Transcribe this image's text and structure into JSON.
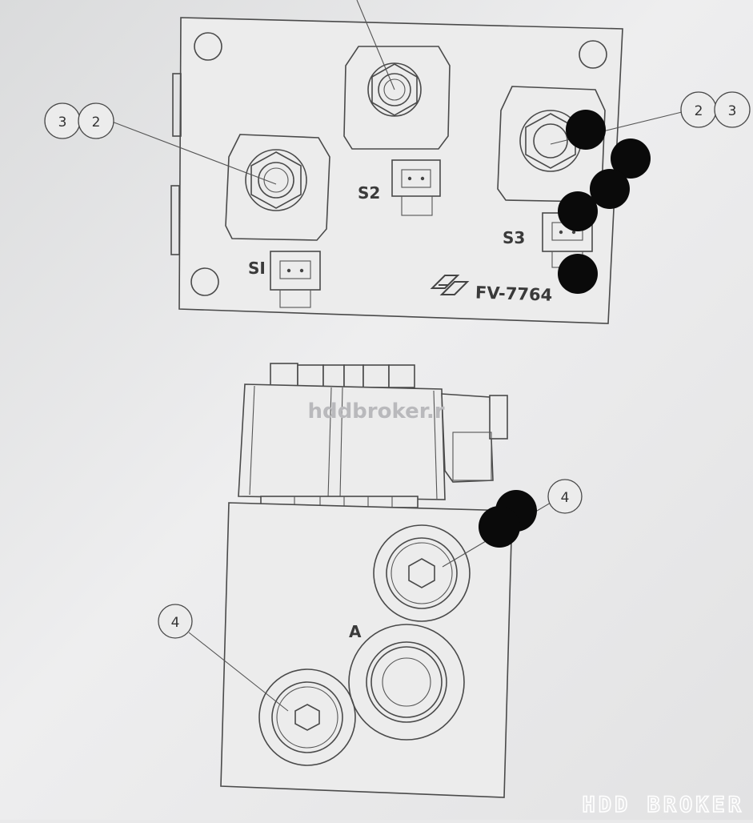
{
  "top_view": {
    "solenoid_labels": [
      "SI",
      "S2",
      "S3"
    ],
    "part_number": "FV-7764",
    "logo": "manufacturer-logo"
  },
  "side_view": {
    "watermark": "hddbroker.r",
    "port_label": "A"
  },
  "balloons": {
    "left_pair": [
      "3",
      "2"
    ],
    "right_pair": [
      "2",
      "3"
    ],
    "plug_upper": "4",
    "plug_lower": "4"
  },
  "footer": {
    "brand_watermark": "HDD BROKER"
  },
  "colors": {
    "paper": "#e9e9ea",
    "ink": "#4a4a4a",
    "redaction": "#0a0a0a"
  }
}
